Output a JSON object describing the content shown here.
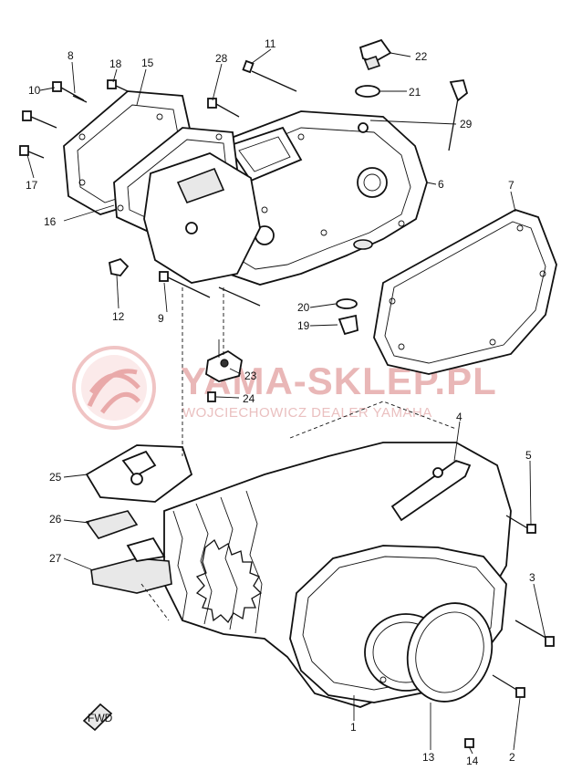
{
  "watermark": {
    "title": "YAMA-SKLEP.PL",
    "subtitle": "WOJCIECHOWICZ DEALER YAMAHA"
  },
  "fwd_label": "FWD",
  "callouts": [
    {
      "id": "c1",
      "label": "1"
    },
    {
      "id": "c2",
      "label": "2"
    },
    {
      "id": "c3",
      "label": "3"
    },
    {
      "id": "c4",
      "label": "4"
    },
    {
      "id": "c5",
      "label": "5"
    },
    {
      "id": "c6",
      "label": "6"
    },
    {
      "id": "c7",
      "label": "7"
    },
    {
      "id": "c8",
      "label": "8"
    },
    {
      "id": "c9",
      "label": "9"
    },
    {
      "id": "c10",
      "label": "10"
    },
    {
      "id": "c11",
      "label": "11"
    },
    {
      "id": "c12",
      "label": "12"
    },
    {
      "id": "c13",
      "label": "13"
    },
    {
      "id": "c14",
      "label": "14"
    },
    {
      "id": "c15",
      "label": "15"
    },
    {
      "id": "c16",
      "label": "16"
    },
    {
      "id": "c17",
      "label": "17"
    },
    {
      "id": "c18",
      "label": "18"
    },
    {
      "id": "c19",
      "label": "19"
    },
    {
      "id": "c20",
      "label": "20"
    },
    {
      "id": "c21",
      "label": "21"
    },
    {
      "id": "c22",
      "label": "22"
    },
    {
      "id": "c23",
      "label": "23"
    },
    {
      "id": "c24",
      "label": "24"
    },
    {
      "id": "c25",
      "label": "25"
    },
    {
      "id": "c26",
      "label": "26"
    },
    {
      "id": "c27",
      "label": "27"
    },
    {
      "id": "c28",
      "label": "28"
    },
    {
      "id": "c29",
      "label": "29"
    }
  ]
}
